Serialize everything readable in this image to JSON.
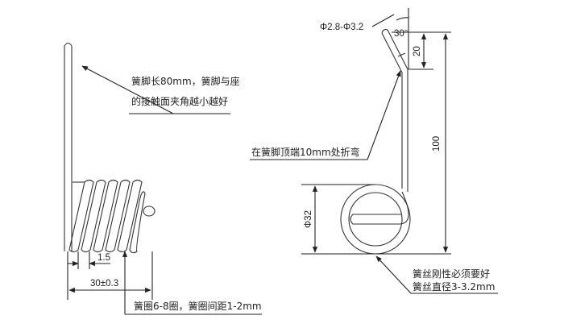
{
  "left_view": {
    "note_leg_line1": "簧脚长80mm，簧脚与座",
    "note_leg_line2": "的接触面夹角越小越好",
    "dim_pitch": "1.5",
    "dim_width": "30±0.3",
    "note_coils": "簧圈6-8圈，簧圈间距1-2mm"
  },
  "right_view": {
    "dim_wire": "Φ2.8-Φ3.2",
    "dim_angle": "30°",
    "dim_tip": "20",
    "dim_height": "100",
    "note_bend": "在簧脚顶端10mm处折弯",
    "dim_diameter": "Φ32",
    "note_wire_line1": "簧丝刚性必须要好",
    "note_wire_line2": "簧丝直径3-3.2mm"
  }
}
